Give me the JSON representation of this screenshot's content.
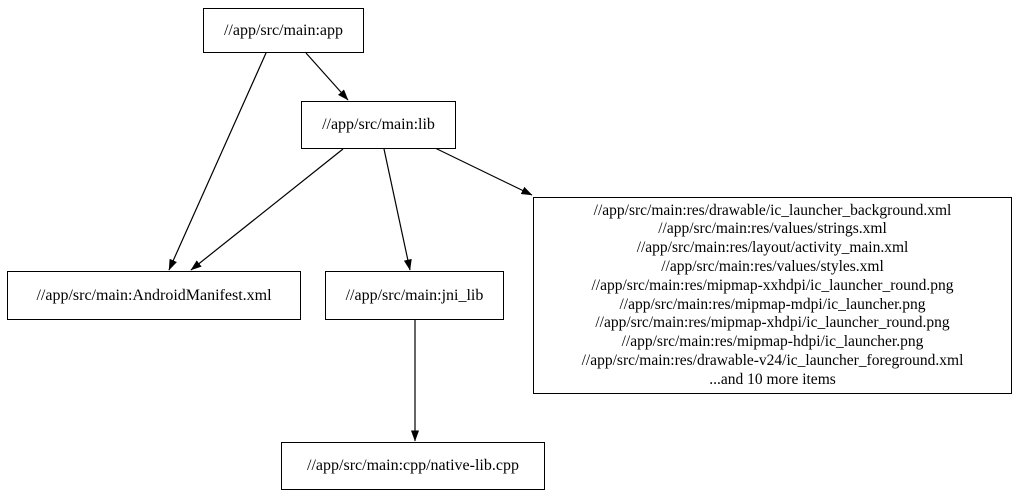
{
  "graph": {
    "background_color": "#ffffff",
    "stroke_color": "#000000",
    "text_color": "#000000",
    "nodes": {
      "app": {
        "label": "//app/src/main:app"
      },
      "lib": {
        "label": "//app/src/main:lib"
      },
      "manifest": {
        "label": "//app/src/main:AndroidManifest.xml"
      },
      "jni_lib": {
        "label": "//app/src/main:jni_lib"
      },
      "native_lib": {
        "label": "//app/src/main:cpp/native-lib.cpp"
      },
      "resources": {
        "lines": [
          "//app/src/main:res/drawable/ic_launcher_background.xml",
          "//app/src/main:res/values/strings.xml",
          "//app/src/main:res/layout/activity_main.xml",
          "//app/src/main:res/values/styles.xml",
          "//app/src/main:res/mipmap-xxhdpi/ic_launcher_round.png",
          "//app/src/main:res/mipmap-mdpi/ic_launcher.png",
          "//app/src/main:res/mipmap-xhdpi/ic_launcher_round.png",
          "//app/src/main:res/mipmap-hdpi/ic_launcher.png",
          "//app/src/main:res/drawable-v24/ic_launcher_foreground.xml",
          "...and 10 more items"
        ]
      }
    },
    "edges": [
      {
        "from": "app",
        "to": "lib"
      },
      {
        "from": "app",
        "to": "manifest"
      },
      {
        "from": "lib",
        "to": "manifest"
      },
      {
        "from": "lib",
        "to": "jni_lib"
      },
      {
        "from": "lib",
        "to": "resources"
      },
      {
        "from": "jni_lib",
        "to": "native_lib"
      }
    ]
  }
}
